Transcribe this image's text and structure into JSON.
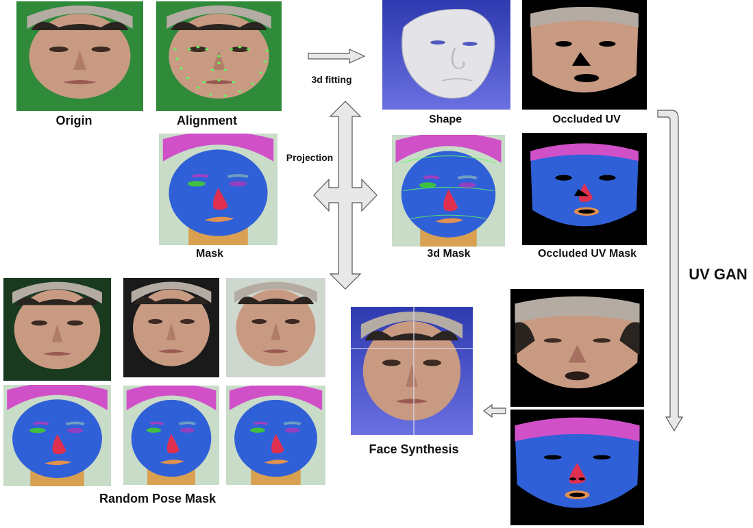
{
  "labels": {
    "origin": "Origin",
    "alignment": "Alignment",
    "fitting": "3d fitting",
    "shape": "Shape",
    "occluded_uv": "Occluded UV",
    "projection": "Projection",
    "mask": "Mask",
    "mask_3d": "3d Mask",
    "occluded_uv_mask": "Occluded UV Mask",
    "uv_gan": "UV GAN",
    "face_synthesis": "Face Synthesis",
    "random_pose_mask": "Random Pose Mask"
  },
  "colors": {
    "skin": "#c89a82",
    "hat": "#b4aba3",
    "hair": "#2a2420",
    "green_bg": "#2f8a3a",
    "seg_face": "#3060d8",
    "seg_hat": "#d050c8",
    "seg_nose": "#e03050",
    "seg_eye": "#40c040",
    "seg_neck": "#d8a050",
    "seg_bg": "#c8dcc8",
    "shape_bg": "#5a5fd6",
    "arrow_fill": "#e8e8e8",
    "arrow_stroke": "#555555"
  }
}
